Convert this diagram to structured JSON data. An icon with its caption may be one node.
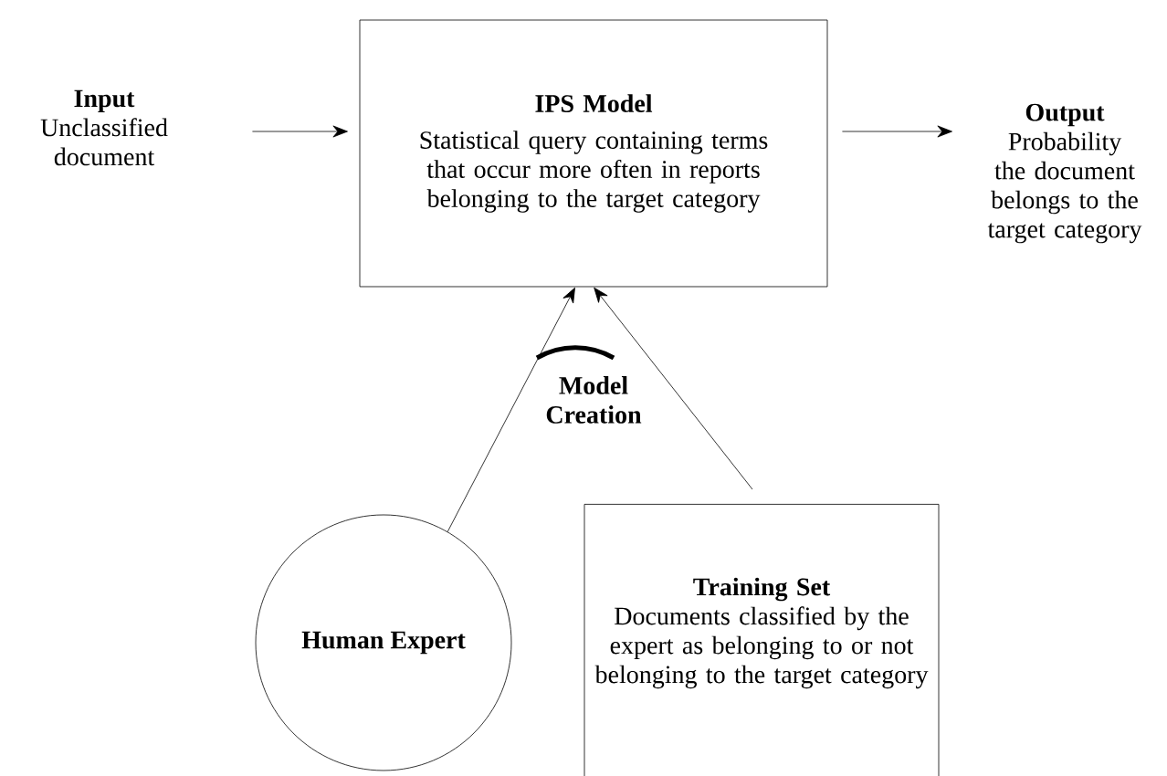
{
  "diagram": {
    "nodes": [
      {
        "text": [
          "Input",
          "Unclassified document"
        ]
      },
      {
        "text": [
          "IPS Model",
          "Statistical query containing terms that occur more often in reports belonging to the target category"
        ]
      },
      {
        "text": [
          "Output",
          "Probability the document belongs to the target category"
        ]
      },
      {
        "text": [
          "Human Expert"
        ]
      },
      {
        "text": [
          "Training Set",
          "Documents classified by the expert as belonging to or not belonging to the target category"
        ]
      }
    ],
    "edges": [
      {
        "from": 0,
        "to": 1,
        "arrow": "to"
      },
      {
        "from": 1,
        "to": 2,
        "arrow": "to"
      },
      {
        "from": 3,
        "to": 1,
        "arrow": "to"
      },
      {
        "from": 4,
        "to": 1,
        "arrow": "to"
      }
    ],
    "labels": [
      "Model Creation"
    ]
  }
}
